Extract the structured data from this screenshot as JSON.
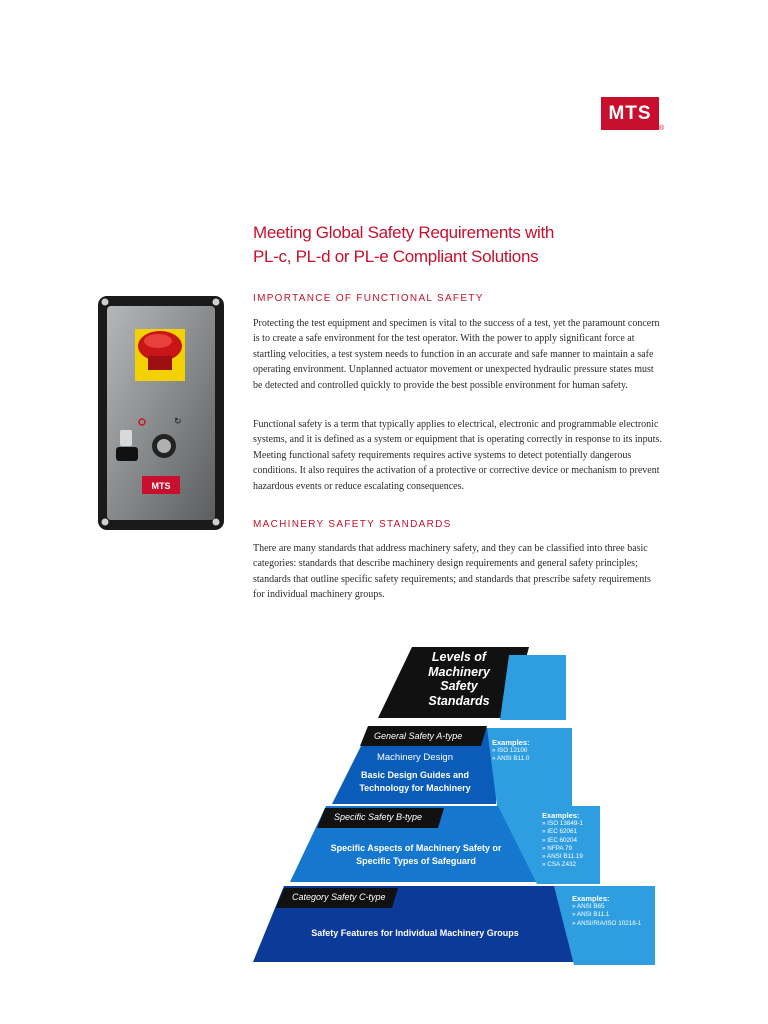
{
  "brand": {
    "name": "MTS",
    "reg": "®",
    "color": "#c8102e"
  },
  "title": {
    "line1": "Meeting Global Safety Requirements with",
    "line2": "PL-c, PL-d or PL-e Compliant Solutions"
  },
  "sections": [
    {
      "heading": "Importance of Functional Safety",
      "paragraphs": [
        "Protecting the test equipment and specimen is vital to the success of a test, yet the paramount concern is to create a safe environment for the test operator. With the power to apply significant force at startling velocities, a test system needs to function in an accurate and safe manner to maintain a safe operating environment. Unplanned actuator movement or unexpected hydraulic pressure states must be detected and controlled quickly to provide the best possible environment for human safety.",
        "Functional safety is a term that typically applies to electrical, electronic and programmable electronic systems, and it is defined as a system or equipment that is operating correctly in response to its inputs. Meeting functional safety requirements requires active systems to detect potentially dangerous conditions. It also requires the activation of a protective or corrective device or mechanism to prevent hazardous events or reduce escalating consequences."
      ]
    },
    {
      "heading": "Machinery Safety Standards",
      "paragraphs": [
        "There are many standards that address machinery safety, and they can be classified into three basic categories: standards that describe machinery design requirements and general safety principles; standards that outline specific safety requirements; and standards that prescribe safety requirements for individual machinery groups."
      ]
    }
  ],
  "device": {
    "label": "MTS"
  },
  "pyramid": {
    "top": [
      "Levels of",
      "Machinery",
      "Safety",
      "Standards"
    ],
    "levels": [
      {
        "tag": "General Safety A-type",
        "subhead": "Machinery Design",
        "body": [
          "Basic Design Guides and",
          "Technology for Machinery"
        ],
        "examples_title": "Examples:",
        "examples": [
          "ISO 12100",
          "ANSI B11.0"
        ]
      },
      {
        "tag": "Specific Safety B-type",
        "subhead": "",
        "body": [
          "Specific Aspects of Machinery Safety or",
          "Specific Types of Safeguard"
        ],
        "examples_title": "Examples:",
        "examples": [
          "ISO 13849-1",
          "IEC 62061",
          "IEC 60204",
          "NFPA 79",
          "ANSI B11.19",
          "CSA Z432"
        ]
      },
      {
        "tag": "Category Safety C-type",
        "subhead": "",
        "body": [
          "Safety Features for Individual Machinery Groups"
        ],
        "examples_title": "Examples:",
        "examples": [
          "ANSI B65",
          "ANSI B11.1",
          "ANSI/RIA/ISO 10218-1"
        ]
      }
    ],
    "colors": {
      "dark": "#0a3c8c",
      "mid": "#1b6fc4",
      "light": "#2f9ee0",
      "black": "#111111"
    }
  }
}
